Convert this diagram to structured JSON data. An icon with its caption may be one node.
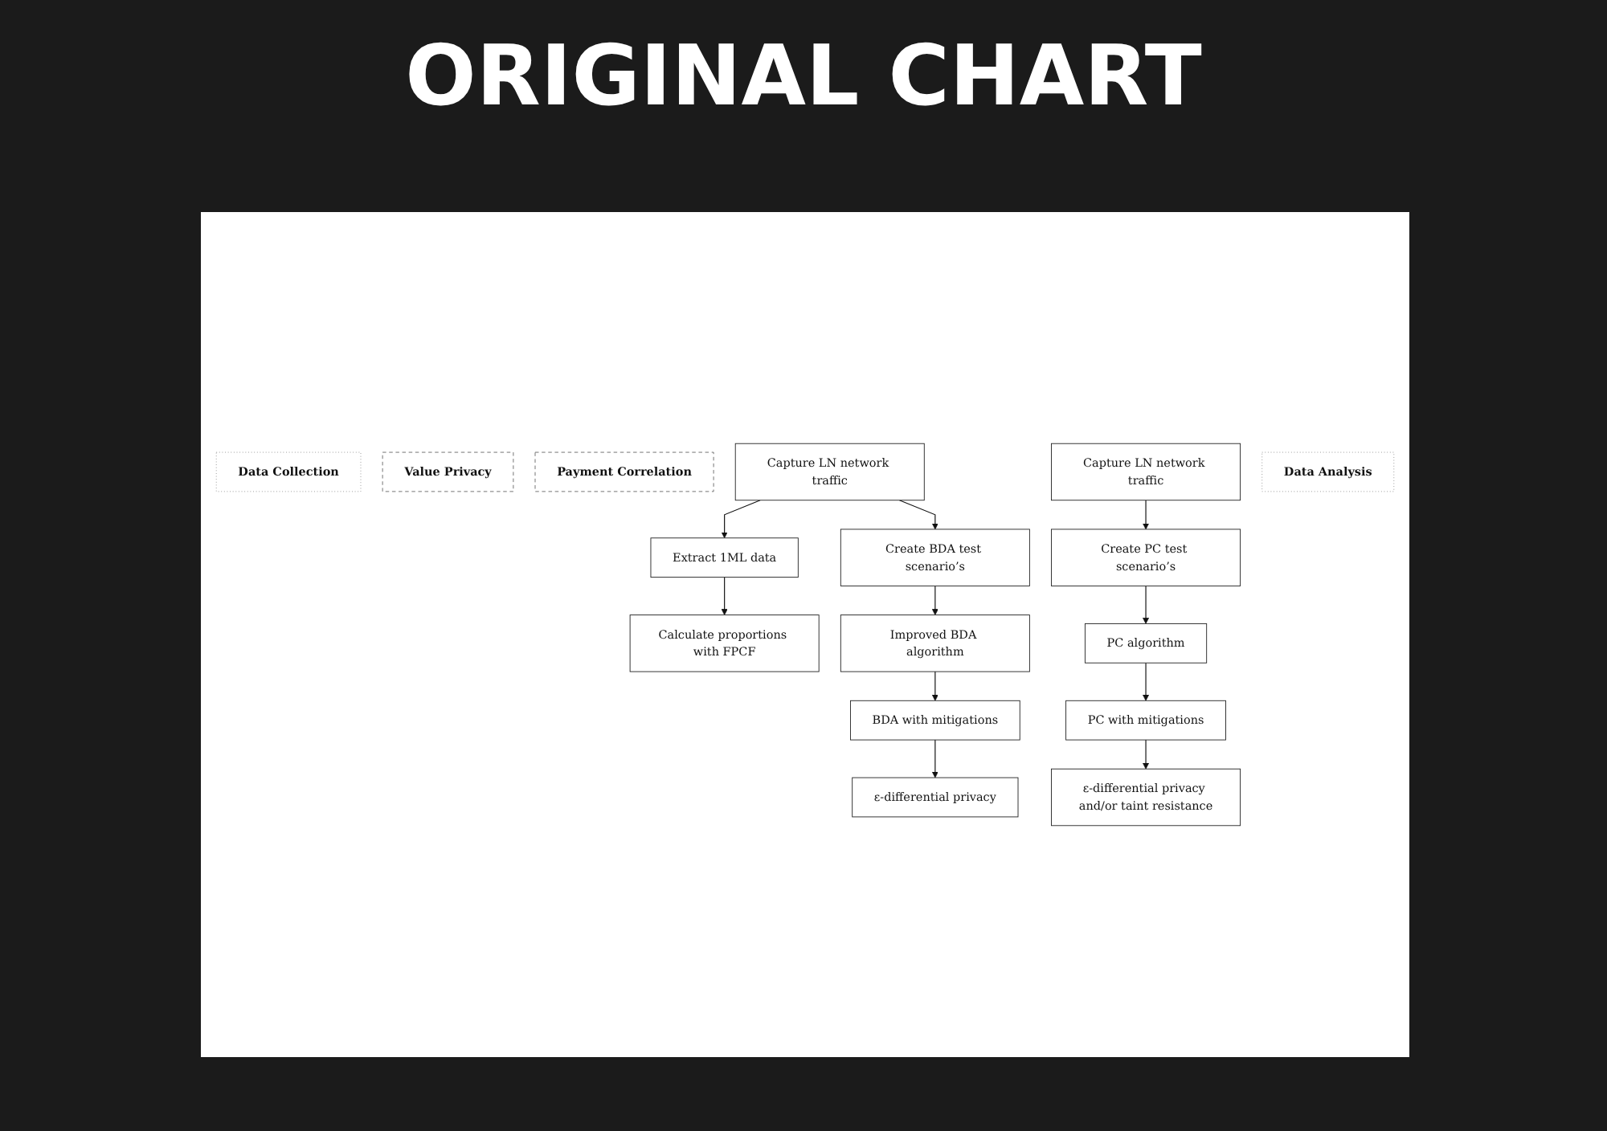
{
  "diagram": {
    "title": "ORIGINAL CHART",
    "nodes": [
      {
        "text": [
          "Data Collection"
        ]
      },
      {
        "text": [
          "Value Privacy"
        ]
      },
      {
        "text": [
          "Payment Correlation"
        ]
      },
      {
        "text": [
          "Capture LN network traffic"
        ]
      },
      {
        "text": [
          "Capture LN network traffic"
        ]
      },
      {
        "text": [
          "Extract 1ML data"
        ]
      },
      {
        "text": [
          "Create BDA test scenario’s"
        ]
      },
      {
        "text": [
          "Create PC test scenario’s"
        ]
      },
      {
        "text": [
          "Improved BDA algorithm"
        ]
      },
      {
        "text": [
          "PC algorithm"
        ]
      },
      {
        "text": [
          "BDA with mitigations"
        ]
      },
      {
        "text": [
          "PC with mitigations"
        ]
      },
      {
        "text": [
          "Data Analysis"
        ]
      },
      {
        "text": [
          "Calculate proportions with FPCF"
        ]
      },
      {
        "text": [
          "ε-differential privacy"
        ]
      },
      {
        "text": [
          "ε-differential privacy and/or taint resistance"
        ]
      }
    ],
    "edges": [
      {
        "from": 3,
        "to": 5,
        "arrow": "to"
      },
      {
        "from": 3,
        "to": 6,
        "arrow": "to"
      },
      {
        "from": 4,
        "to": 7,
        "arrow": "to"
      },
      {
        "from": 6,
        "to": 8,
        "arrow": "to"
      },
      {
        "from": 7,
        "to": 9,
        "arrow": "to"
      },
      {
        "from": 8,
        "to": 10,
        "arrow": "to"
      },
      {
        "from": 9,
        "to": 11,
        "arrow": "to"
      },
      {
        "from": 5,
        "to": 13,
        "arrow": "to"
      },
      {
        "from": 10,
        "to": 14,
        "arrow": "to"
      },
      {
        "from": 11,
        "to": 15,
        "arrow": "to"
      }
    ]
  }
}
